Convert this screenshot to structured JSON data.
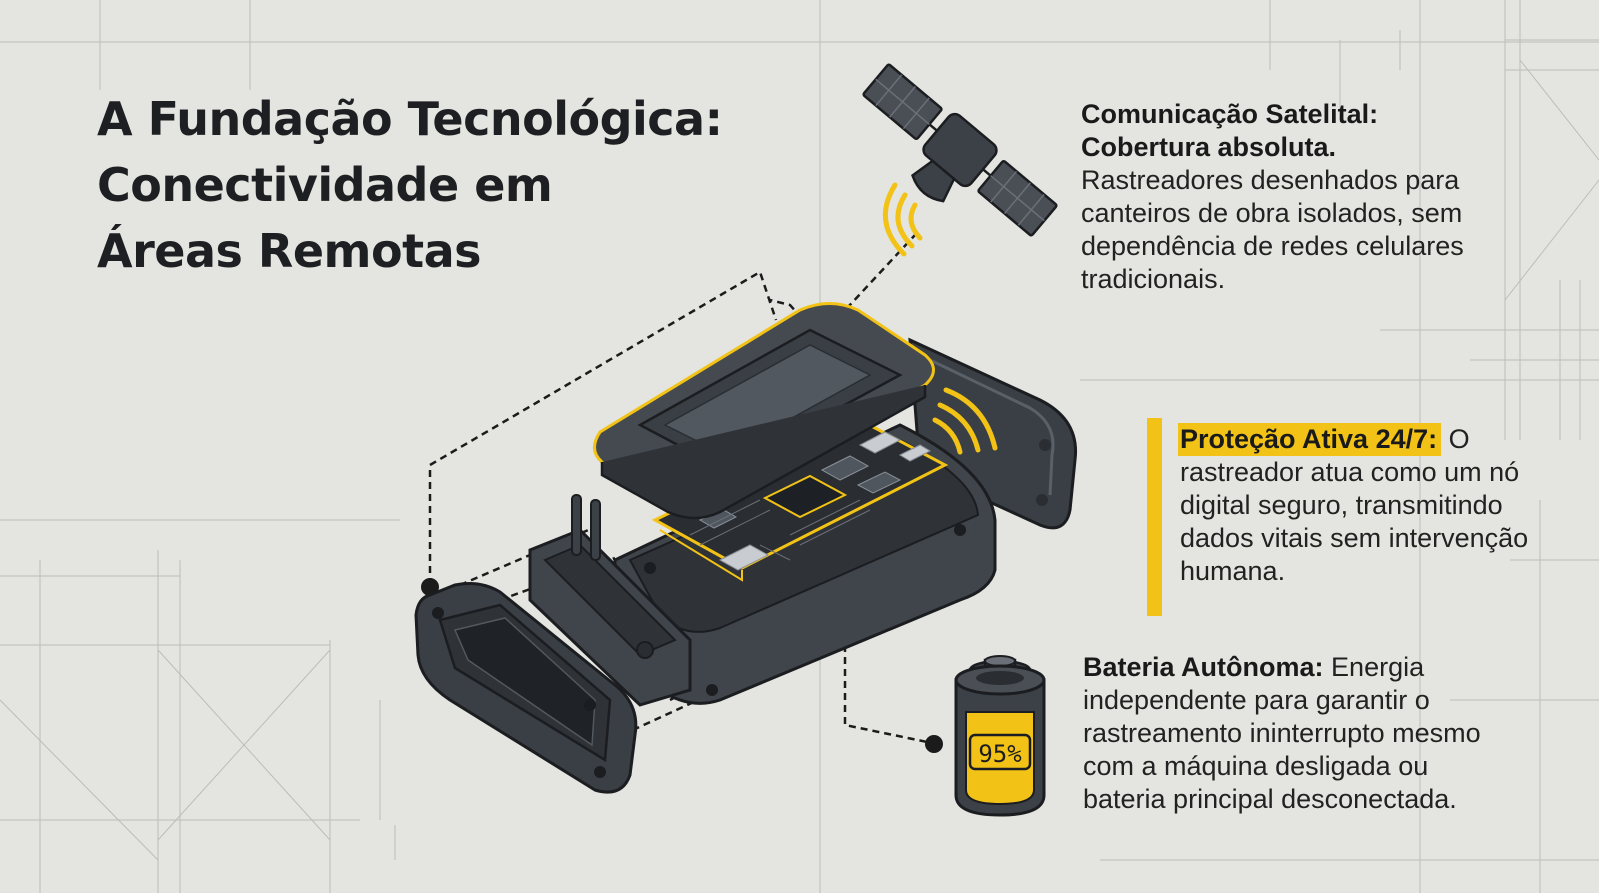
{
  "title": {
    "line1": "A Fundação Tecnológica:",
    "line2": "Conectividade em",
    "line3": "Áreas Remotas"
  },
  "callouts": {
    "satellite": {
      "heading1": "Comunicação Satelital:",
      "heading2": "Cobertura absoluta.",
      "body": "Rastreadores desenhados para canteiros de obra isolados, sem dependência de redes celulares tradicionais."
    },
    "protection": {
      "heading": "Proteção Ativa 24/7:",
      "body": "O rastreador atua como um nó digital seguro, transmitindo dados vitais sem intervenção humana."
    },
    "battery": {
      "heading": "Bateria Autônoma:",
      "body": "Energia independente para garantir o rastreamento ininterrupto mesmo com a máquina desligada ou bateria principal desconectada."
    }
  },
  "battery_label": "95%",
  "battery_level": 0.95,
  "colors": {
    "accent": "#f2c316",
    "device": "#3c4147",
    "outline": "#1b1d20",
    "background": "#e4e4e0"
  },
  "icons": [
    "satellite-icon",
    "signal-waves-icon",
    "battery-icon",
    "chip-icon",
    "antenna-icon"
  ]
}
